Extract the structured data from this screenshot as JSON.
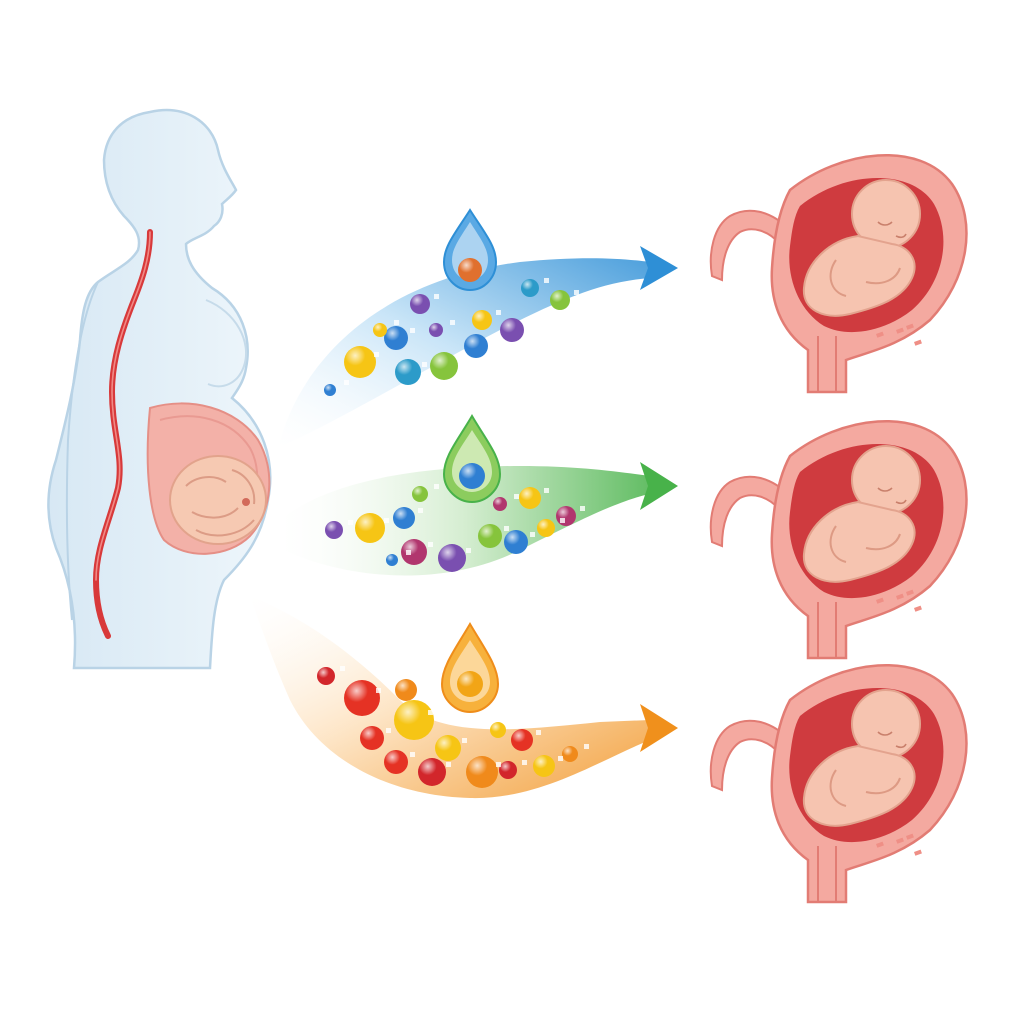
{
  "background": "#ffffff",
  "mother": {
    "outline_color": "#b9d3e6",
    "fill_color": "#e4f0f8",
    "vessel_color": "#d8393a",
    "womb_color": "#f3b1a8",
    "fetus_color": "#f6c9b2"
  },
  "streams": [
    {
      "id": "blue",
      "color": "#2e8fd6",
      "light": "#cfe6f7",
      "drop_core": "#e0702e",
      "particles": [
        "#f6c515",
        "#2f7fd2",
        "#7a4fb0",
        "#2c9bc9",
        "#86c43c"
      ]
    },
    {
      "id": "green",
      "color": "#48b24a",
      "light": "#d6efd2",
      "drop_core": "#2f7fd2",
      "particles": [
        "#f6c515",
        "#2f7fd2",
        "#b1366e",
        "#7a4fb0",
        "#86c43c"
      ]
    },
    {
      "id": "orange",
      "color": "#f0901c",
      "light": "#fde3c2",
      "drop_core": "#f2a516",
      "particles": [
        "#e53224",
        "#f6c515",
        "#f08a1b",
        "#d2262b"
      ]
    }
  ],
  "uterus": {
    "wall_color": "#f4a9a0",
    "outline_color": "#e27c74",
    "cavity_color": "#cf3b3f",
    "fetus_color": "#f6c4b0",
    "count": 3
  }
}
